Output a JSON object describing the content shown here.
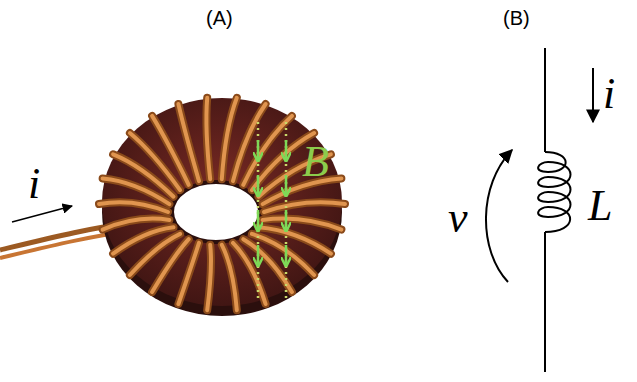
{
  "diagram": {
    "labels": [
      "(A)",
      "(B)",
      "i",
      "B",
      "i",
      "v",
      "L"
    ]
  }
}
